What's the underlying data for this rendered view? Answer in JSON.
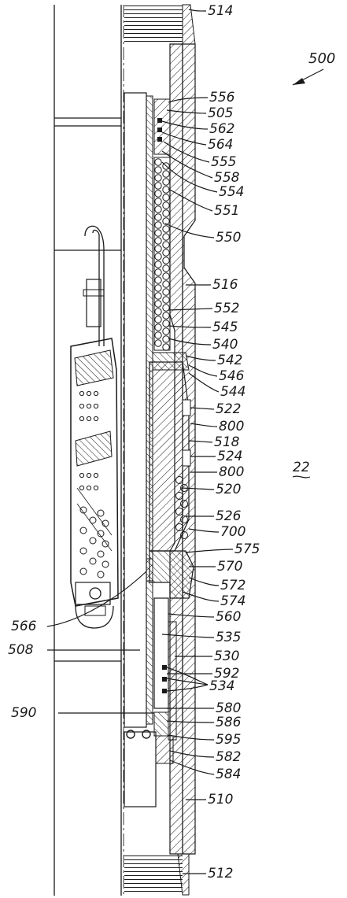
{
  "figure": {
    "assembly_number": "500",
    "region_number": "22",
    "labels": [
      {
        "id": "514",
        "text": "514"
      },
      {
        "id": "556",
        "text": "556"
      },
      {
        "id": "505",
        "text": "505"
      },
      {
        "id": "562",
        "text": "562"
      },
      {
        "id": "564",
        "text": "564"
      },
      {
        "id": "555",
        "text": "555"
      },
      {
        "id": "558",
        "text": "558"
      },
      {
        "id": "554",
        "text": "554"
      },
      {
        "id": "551",
        "text": "551"
      },
      {
        "id": "550",
        "text": "550"
      },
      {
        "id": "516",
        "text": "516"
      },
      {
        "id": "552",
        "text": "552"
      },
      {
        "id": "545",
        "text": "545"
      },
      {
        "id": "540",
        "text": "540"
      },
      {
        "id": "542",
        "text": "542"
      },
      {
        "id": "546",
        "text": "546"
      },
      {
        "id": "544",
        "text": "544"
      },
      {
        "id": "522",
        "text": "522"
      },
      {
        "id": "800a",
        "text": "800"
      },
      {
        "id": "518",
        "text": "518"
      },
      {
        "id": "524",
        "text": "524"
      },
      {
        "id": "800b",
        "text": "800"
      },
      {
        "id": "520",
        "text": "520"
      },
      {
        "id": "526",
        "text": "526"
      },
      {
        "id": "700",
        "text": "700"
      },
      {
        "id": "575",
        "text": "575"
      },
      {
        "id": "570",
        "text": "570"
      },
      {
        "id": "572",
        "text": "572"
      },
      {
        "id": "574",
        "text": "574"
      },
      {
        "id": "566",
        "text": "566"
      },
      {
        "id": "560",
        "text": "560"
      },
      {
        "id": "535",
        "text": "535"
      },
      {
        "id": "508",
        "text": "508"
      },
      {
        "id": "530",
        "text": "530"
      },
      {
        "id": "592",
        "text": "592"
      },
      {
        "id": "534",
        "text": "534"
      },
      {
        "id": "580",
        "text": "580"
      },
      {
        "id": "590",
        "text": "590"
      },
      {
        "id": "586",
        "text": "586"
      },
      {
        "id": "595",
        "text": "595"
      },
      {
        "id": "582",
        "text": "582"
      },
      {
        "id": "584",
        "text": "584"
      },
      {
        "id": "510",
        "text": "510"
      },
      {
        "id": "512",
        "text": "512"
      }
    ]
  }
}
